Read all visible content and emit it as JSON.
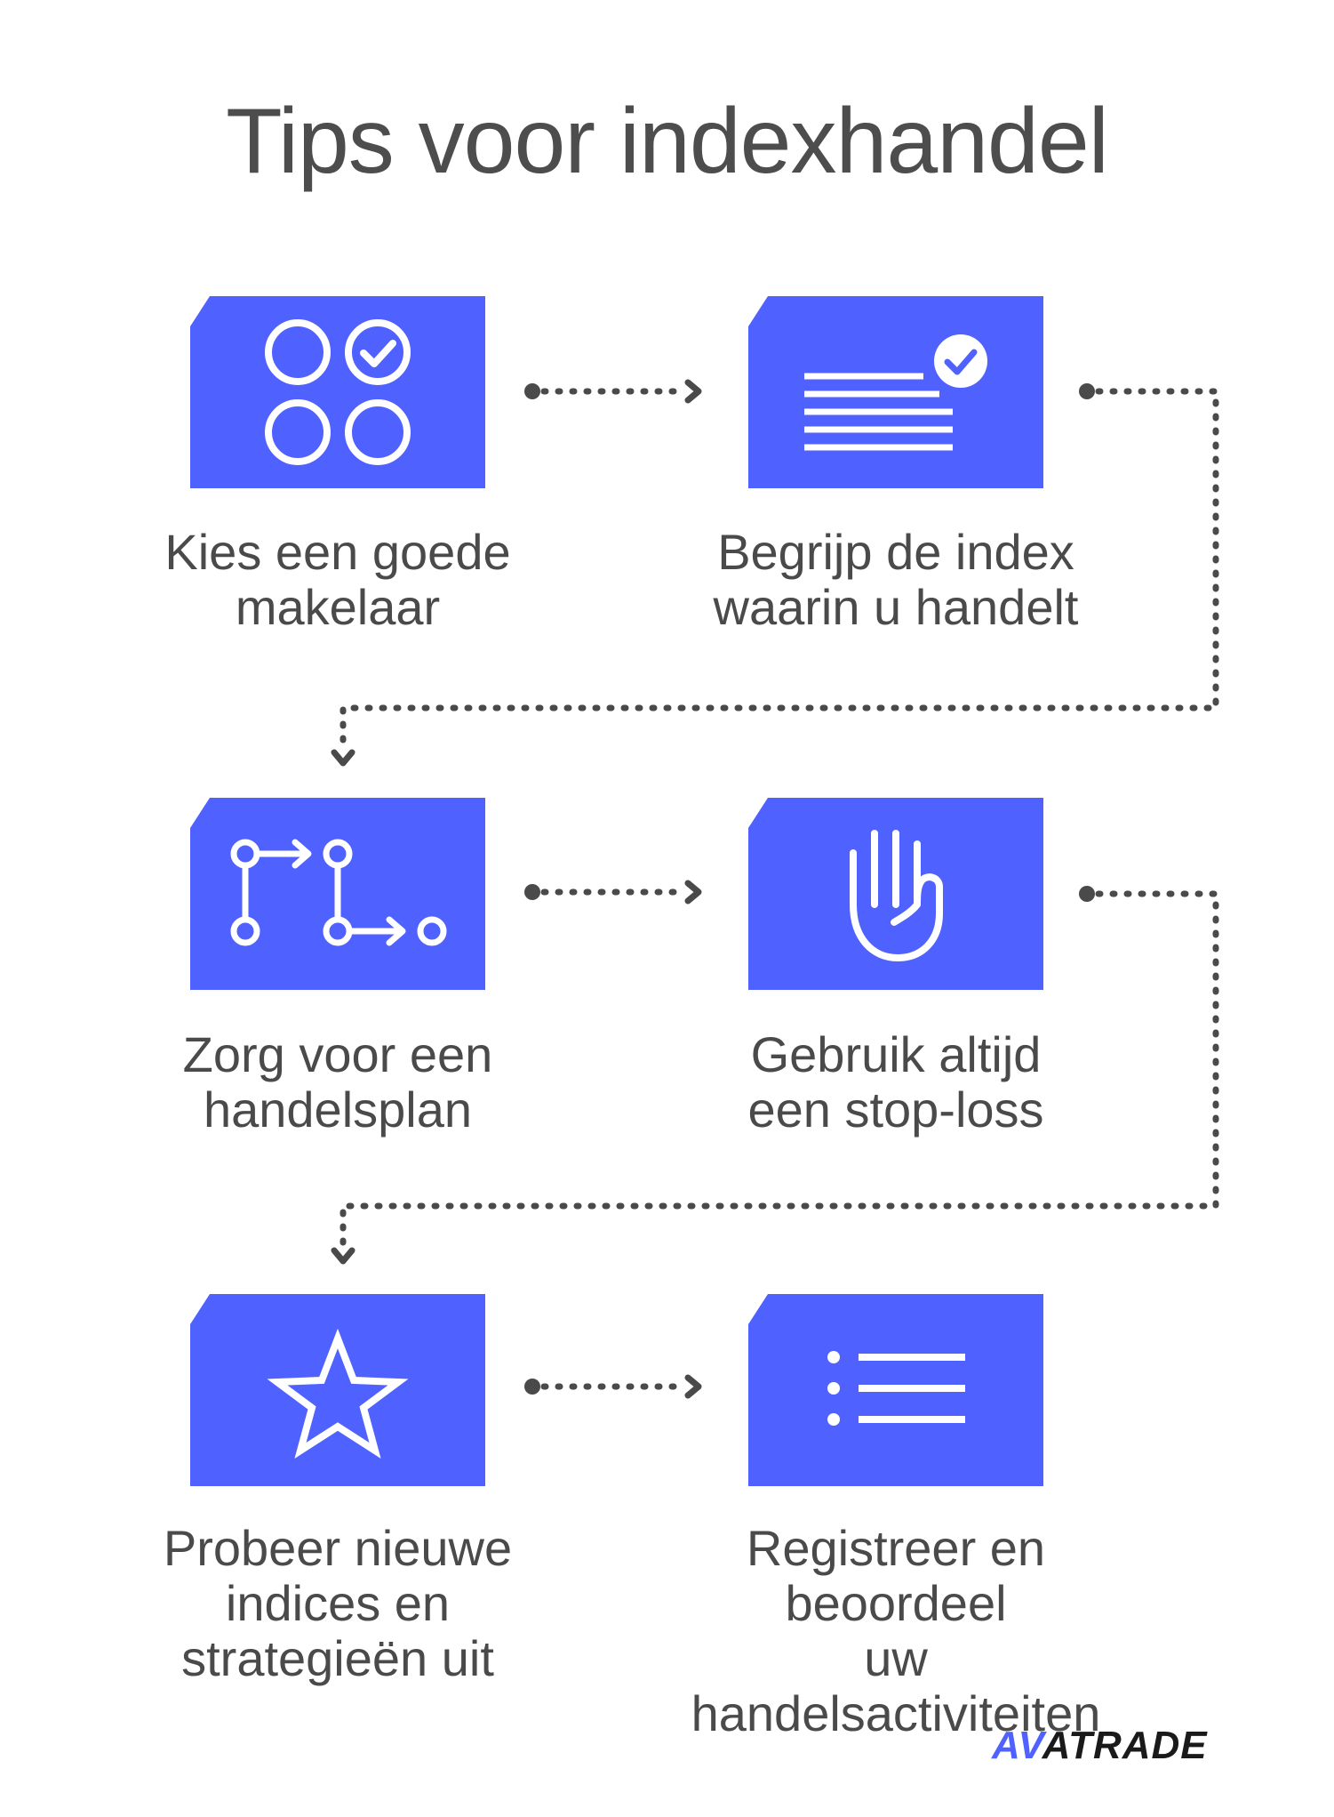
{
  "title": "Tips voor indexhandel",
  "colors": {
    "accent": "#4f61ff",
    "text": "#4a4a4a",
    "connector": "#4a4a4a"
  },
  "steps": [
    {
      "icon": "circles-check-icon",
      "lines": [
        "Kies een goede",
        "makelaar"
      ]
    },
    {
      "icon": "document-check-icon",
      "lines": [
        "Begrijp de index",
        "waarin u handelt"
      ]
    },
    {
      "icon": "flow-path-icon",
      "lines": [
        "Zorg voor een",
        "handelsplan"
      ]
    },
    {
      "icon": "stop-hand-icon",
      "lines": [
        "Gebruik altijd",
        "een stop-loss"
      ]
    },
    {
      "icon": "star-icon",
      "lines": [
        "Probeer nieuwe",
        "indices en",
        "strategieën uit"
      ]
    },
    {
      "icon": "list-icon",
      "lines": [
        "Registreer en beoordeel",
        "uw handelsactiviteiten"
      ]
    }
  ],
  "brand": {
    "prefix": "AV",
    "rest": "ATRADE"
  }
}
